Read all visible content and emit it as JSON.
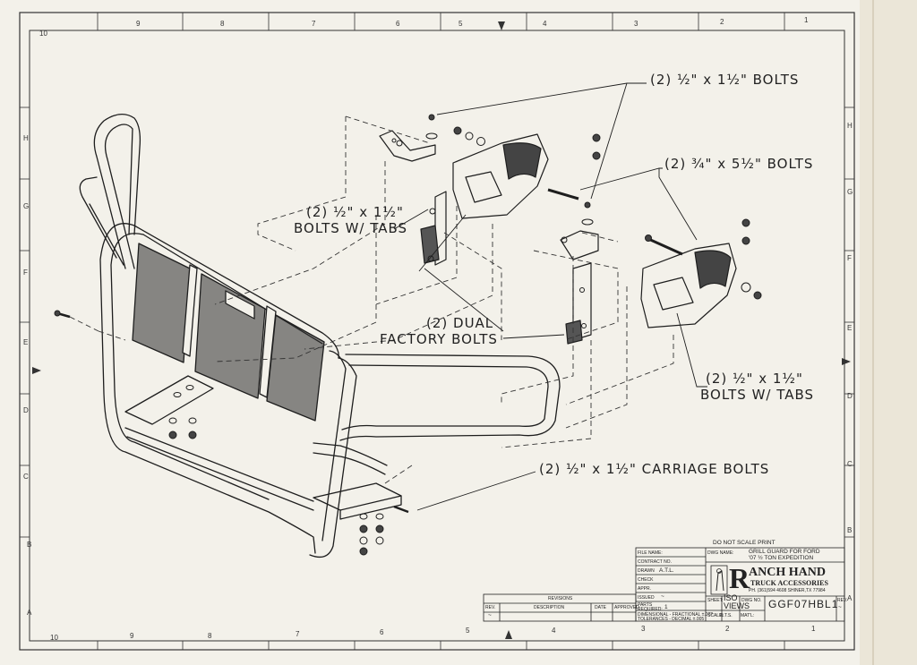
{
  "zones": {
    "top": [
      "10",
      "9",
      "8",
      "7",
      "6",
      "5",
      "4",
      "3",
      "2",
      "1"
    ],
    "bottom": [
      "10",
      "9",
      "8",
      "7",
      "6",
      "5",
      "4",
      "3",
      "2",
      "1"
    ],
    "left": [
      "H",
      "G",
      "F",
      "E",
      "D",
      "C",
      "B",
      "A"
    ],
    "right": [
      "H",
      "G",
      "F",
      "E",
      "D",
      "C",
      "B",
      "A"
    ]
  },
  "callouts": {
    "bolts_top": "(2) ½\" x 1½\" BOLTS",
    "bolts_long": "(2) ¾\" x 5½\" BOLTS",
    "tabs_left_1": "(2) ½\" x 1½\"",
    "tabs_left_2": "BOLTS W/ TABS",
    "dual_1": "(2) DUAL",
    "dual_2": "FACTORY BOLTS",
    "tabs_right_1": "(2) ½\" x 1½\"",
    "tabs_right_2": "BOLTS W/ TABS",
    "carriage": "(2) ½\" x 1½\" CARRIAGE BOLTS"
  },
  "title_block": {
    "scale_note": "DO NOT SCALE PRINT",
    "file_name_label": "FILE NAME:",
    "contract_label": "CONTRACT NO.",
    "drawn_label": "DRAWN",
    "drawn_value": "A.T.L.",
    "check_label": "CHECK",
    "appr_label": "APPR.",
    "issued_label": "ISSUED",
    "issued_value": "~",
    "dwg_name_label": "DWG NAME:",
    "dwg_name_1": "GRILL GUARD FOR FORD",
    "dwg_name_2": "'07 ½ TON EXPEDITION",
    "company_1": "ANCH HAND",
    "company_initial": "R",
    "company_2": "TRUCK ACCESSORIES",
    "company_3": "PH. (361)594 4608 SHINER,TX 77984",
    "revisions_label": "REVISIONS",
    "rev_label": "REV.",
    "desc_label": "DESCRIPTION",
    "date_label": "DATE",
    "approved_label": "APPROVED",
    "parts_label": "PARTS",
    "required_label": "REQUIRED:",
    "required_value": "1",
    "dim_label": "DIMENSIONAL - FRACTIONAL ±.0??",
    "tol_label": "TOLERANCES - DECIMAL   ±.005",
    "sheet_label": "SHEET:",
    "sheet_value": "ISO VIEWS",
    "scale_label": "SCALE:",
    "scale_value": "N.T.S.",
    "matl_label": "MAT'L:",
    "dwg_no_label": "DWG NO.",
    "dwg_no_value": "GGF07HBL1",
    "rev_value": "~",
    "rev_tilde": "~"
  }
}
